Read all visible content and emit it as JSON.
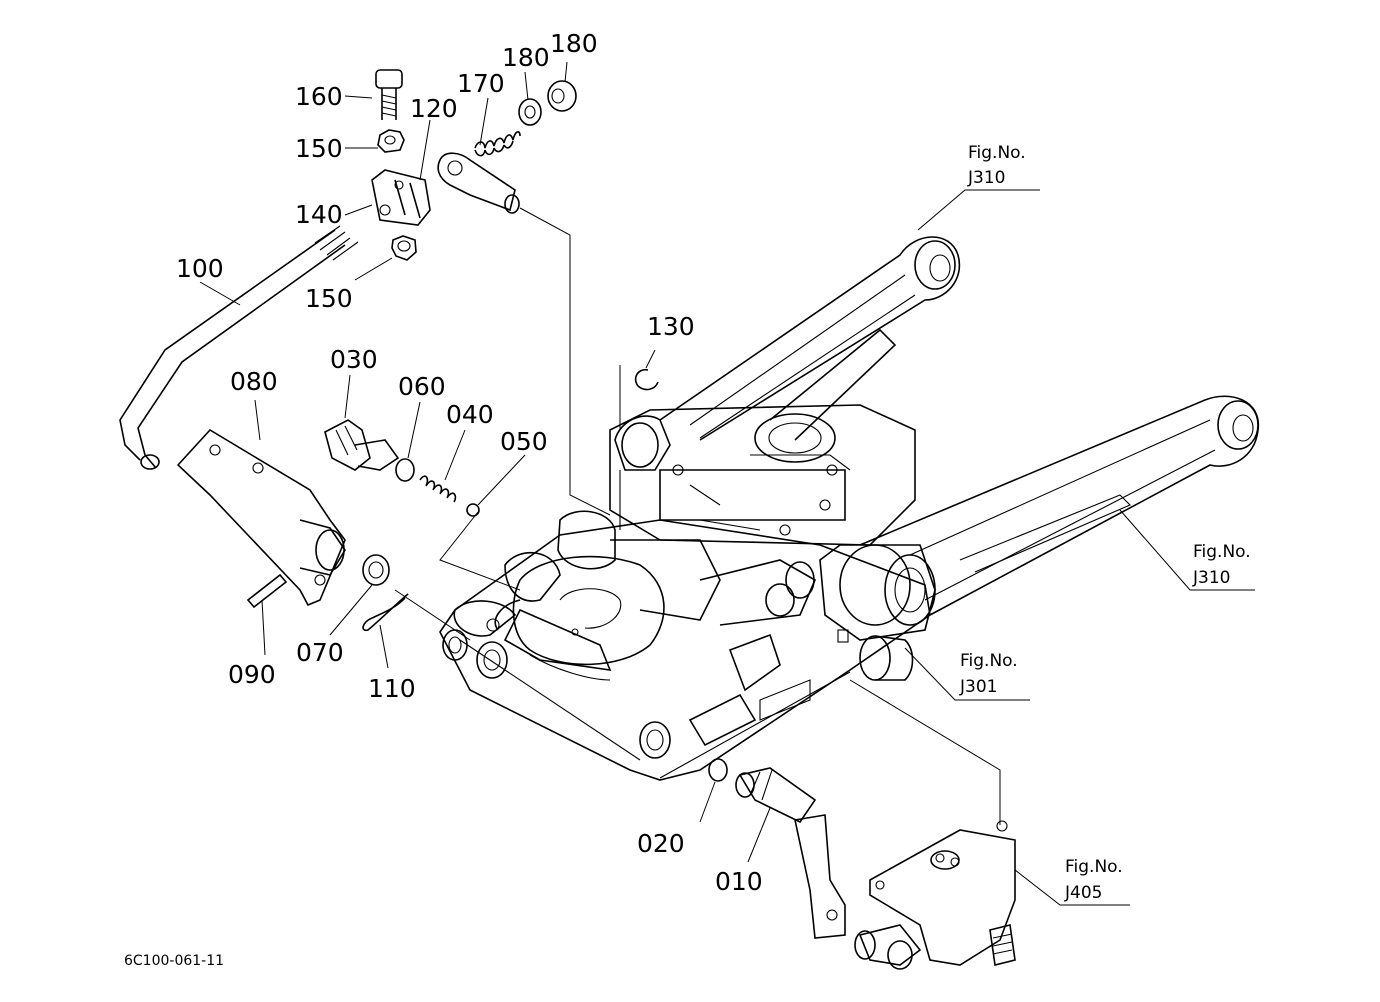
{
  "parts": {
    "p010": "010",
    "p020": "020",
    "p030": "030",
    "p040": "040",
    "p050": "050",
    "p060": "060",
    "p070": "070",
    "p080": "080",
    "p090": "090",
    "p100": "100",
    "p110": "110",
    "p120": "120",
    "p130": "130",
    "p140": "140",
    "p150a": "150",
    "p150b": "150",
    "p160": "160",
    "p170": "170",
    "p180a": "180",
    "p180b": "180"
  },
  "figure_refs": {
    "upper_arm": {
      "title": "Fig.No.",
      "code": "J310"
    },
    "lower_arm": {
      "title": "Fig.No.",
      "code": "J310"
    },
    "shaft": {
      "title": "Fig.No.",
      "code": "J301"
    },
    "valve": {
      "title": "Fig.No.",
      "code": "J405"
    }
  },
  "document_code": "6C100-061-11"
}
